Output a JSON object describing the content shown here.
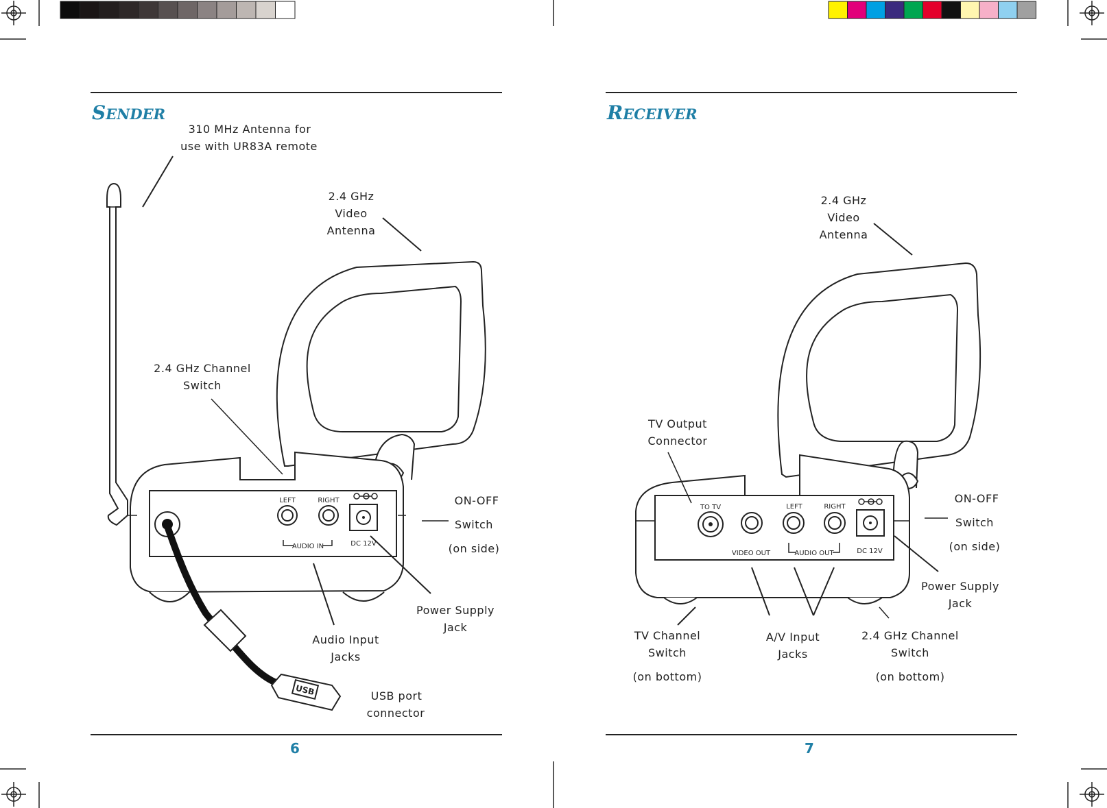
{
  "color_bar": {
    "gray_steps": [
      "#0c0c0c",
      "#1a1515",
      "#231e1e",
      "#2e2828",
      "#3e3737",
      "#575050",
      "#6e6666",
      "#8b8383",
      "#a49c9a",
      "#bdb6b2",
      "#d8d3ce",
      "#ffffff"
    ],
    "color_steps": [
      "#fff200",
      "#e2007a",
      "#00a0e3",
      "#3a2a7e",
      "#00a650",
      "#e4002b",
      "#111111",
      "#fff6b0",
      "#f6b0c8",
      "#8fd0f0",
      "#a0a0a0"
    ]
  },
  "left_page": {
    "title_initial": "S",
    "title_rest": "ENDER",
    "page_number": "6",
    "labels": {
      "antenna_310_line1": "310 MHz Antenna for",
      "antenna_310_line2": "use with UR83A remote",
      "video_antenna_line1": "2.4 GHz",
      "video_antenna_line2": "Video",
      "video_antenna_line3": "Antenna",
      "channel_switch_line1": "2.4 GHz Channel",
      "channel_switch_line2": "Switch",
      "onoff_line1": "ON-OFF",
      "onoff_line2": "Switch",
      "onoff_line3": "(on side)",
      "power_line1": "Power Supply",
      "power_line2": "Jack",
      "audio_line1": "Audio Input",
      "audio_line2": "Jacks",
      "usb_line1": "USB port",
      "usb_line2": "connector"
    },
    "panel": {
      "left": "LEFT",
      "right": "RIGHT",
      "audio_in": "AUDIO IN",
      "dc": "DC 12V",
      "usb_plug": "USB"
    }
  },
  "right_page": {
    "title_initial": "R",
    "title_rest": "ECEIVER",
    "page_number": "7",
    "labels": {
      "video_antenna_line1": "2.4 GHz",
      "video_antenna_line2": "Video",
      "video_antenna_line3": "Antenna",
      "tv_output_line1": "TV Output",
      "tv_output_line2": "Connector",
      "onoff_line1": "ON-OFF",
      "onoff_line2": "Switch",
      "onoff_line3": "(on side)",
      "power_line1": "Power Supply",
      "power_line2": "Jack",
      "tv_channel_line1": "TV Channel",
      "tv_channel_line2": "Switch",
      "tv_channel_line3": "(on bottom)",
      "av_line1": "A/V Input",
      "av_line2": "Jacks",
      "ghz_channel_line1": "2.4 GHz Channel",
      "ghz_channel_line2": "Switch",
      "ghz_channel_line3": "(on bottom)"
    },
    "panel": {
      "to_tv": "TO TV",
      "left": "LEFT",
      "right": "RIGHT",
      "video_out": "VIDEO OUT",
      "audio_out": "AUDIO OUT",
      "dc": "DC 12V"
    }
  }
}
